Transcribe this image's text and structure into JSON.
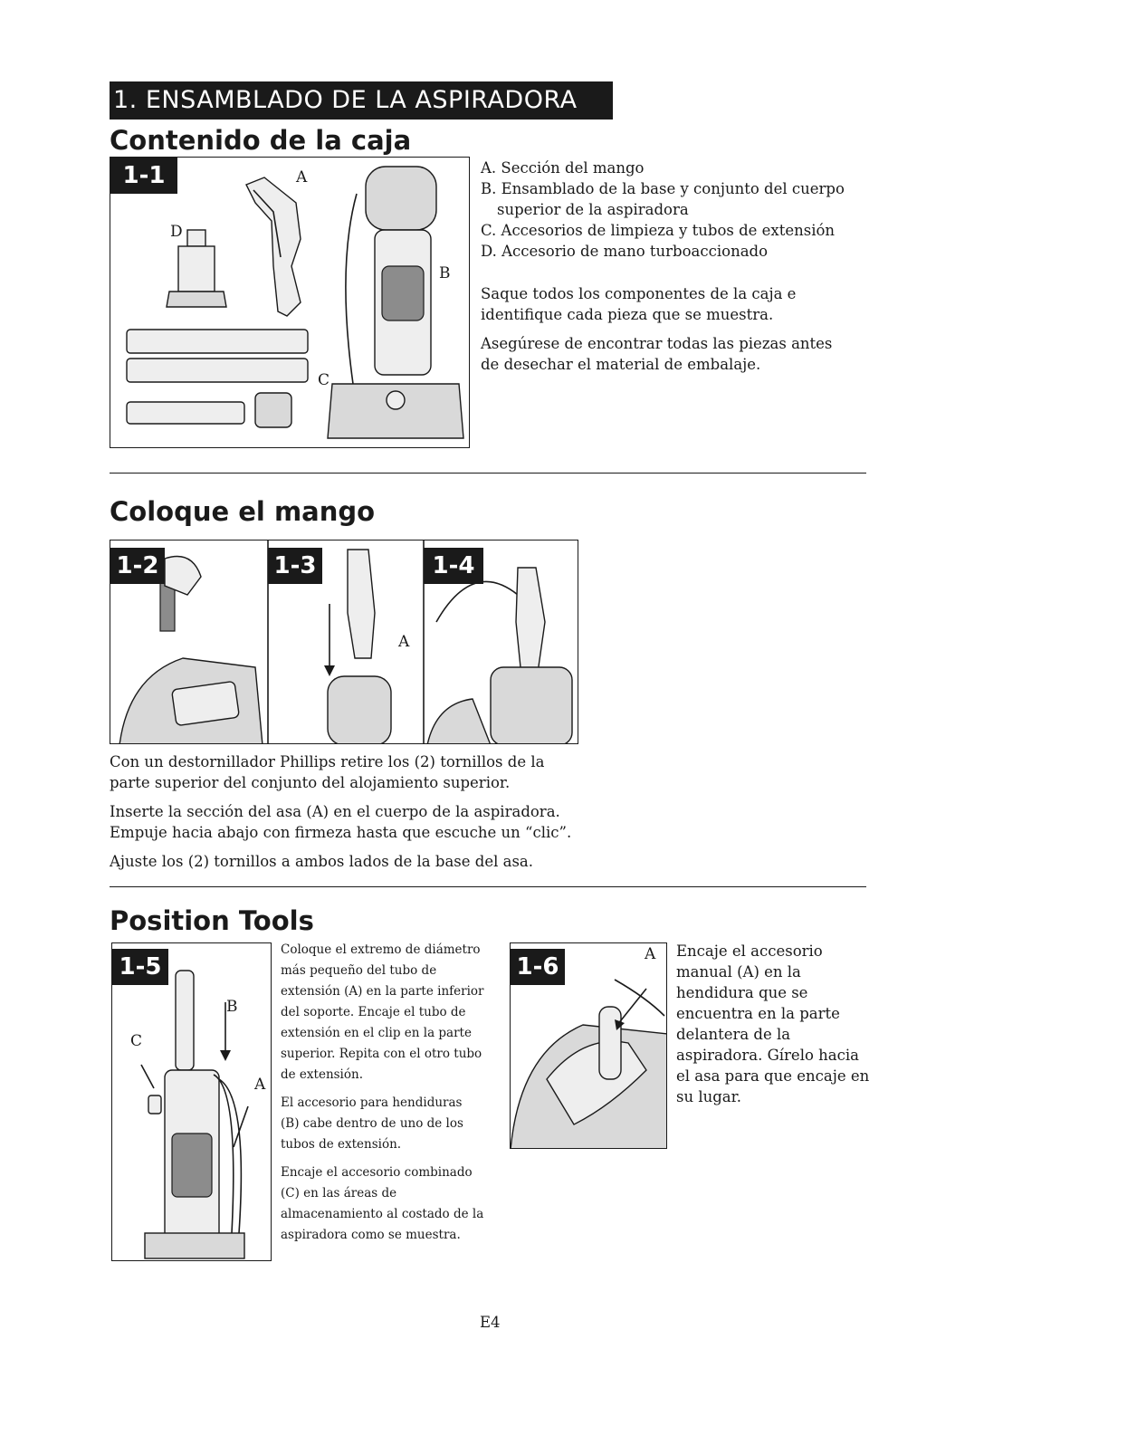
{
  "banner": "1. ENSAMBLADO DE LA ASPIRADORA",
  "section1": {
    "title": "Contenido de la caja",
    "figure": {
      "tag": "1-1",
      "labels": {
        "a": "A",
        "b": "B",
        "c": "C",
        "d": "D"
      }
    },
    "items": [
      "A. Sección del mango",
      "B. Ensamblado de la base y conjunto del cuerpo",
      "superior de la aspiradora",
      "C. Accesorios de limpieza y tubos de extensión",
      "D. Accesorio de mano turboaccionado"
    ],
    "paragraphs": [
      "Saque todos los componentes de la caja e identifique cada pieza que se muestra.",
      "Asegúrese de encontrar todas las piezas antes de desechar el material de embalaje."
    ]
  },
  "section2": {
    "title": "Coloque el mango",
    "figures": [
      {
        "tag": "1-2"
      },
      {
        "tag": "1-3",
        "label": "A"
      },
      {
        "tag": "1-4"
      }
    ],
    "paragraphs": [
      "Con un destornillador Phillips retire los (2) tornillos de la parte superior del conjunto del alojamiento superior.",
      "Inserte la sección del asa (A) en el cuerpo de la aspiradora. Empuje hacia abajo con firmeza hasta que escuche un “clic”.",
      "Ajuste los (2) tornillos a ambos lados de la base del asa."
    ]
  },
  "section3": {
    "title": "Position Tools",
    "figure5": {
      "tag": "1-5",
      "labels": {
        "a": "A",
        "b": "B",
        "c": "C"
      }
    },
    "paragraphs5": [
      "Coloque el extremo de diámetro más pequeño del tubo de extensión (A) en la parte inferior del soporte. Encaje el tubo de extensión en el clip en la parte superior. Repita con el otro tubo de extensión.",
      "El accesorio para hendiduras (B) cabe dentro de uno de los tubos de extensión.",
      "Encaje el accesorio combinado (C) en las áreas de almacenamiento al costado de la aspiradora como se muestra."
    ],
    "figure6": {
      "tag": "1-6",
      "label": "A"
    },
    "paragraph6": "Encaje el accesorio manual (A) en la hendidura que se encuentra en la parte delantera de la aspiradora. Gírelo hacia el asa para que encaje en su lugar."
  },
  "page_number": "E4"
}
